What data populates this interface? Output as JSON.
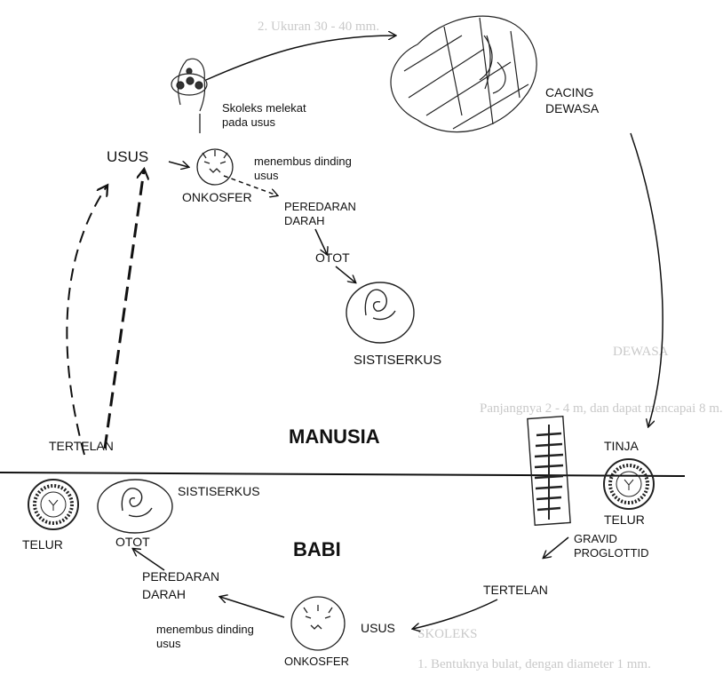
{
  "diagram": {
    "labels": {
      "cacing_dewasa_1": "CACING",
      "cacing_dewasa_2": "DEWASA",
      "skoleks_1": "Skoleks melekat",
      "skoleks_2": "pada usus",
      "usus_top": "USUS",
      "menembus_top_1": "menembus dinding",
      "menembus_top_2": "usus",
      "onkosfer_top": "ONKOSFER",
      "peredaran_top_1": "PEREDARAN",
      "peredaran_top_2": "DARAH",
      "otot_top": "OTOT",
      "sistiserkus_top": "SISTISERKUS",
      "manusia": "MANUSIA",
      "tertelan_left": "TERTELAN",
      "sistiserkus_bottom": "SISTISERKUS",
      "telur_left": "TELUR",
      "otot_bottom": "OTOT",
      "babi": "BABI",
      "peredaran_bottom_1": "PEREDARAN",
      "peredaran_bottom_2": "DARAH",
      "menembus_bottom_1": "menembus dinding",
      "menembus_bottom_2": "usus",
      "onkosfer_bottom": "ONKOSFER",
      "usus_bottom": "USUS",
      "tertelan_right": "TERTELAN",
      "tinja": "TINJA",
      "telur_right": "TELUR",
      "gravid_1": "GRAVID",
      "gravid_2": "PROGLOTTID"
    },
    "background_text": [
      "2. Ukuran 30 - 40 mm.",
      "Panjangnya 2 - 4 m, dan dapat mencapai 8 m.",
      "DEWASA",
      "SKOLEKS",
      "1. Bentuknya bulat, dengan diameter 1 mm."
    ]
  }
}
